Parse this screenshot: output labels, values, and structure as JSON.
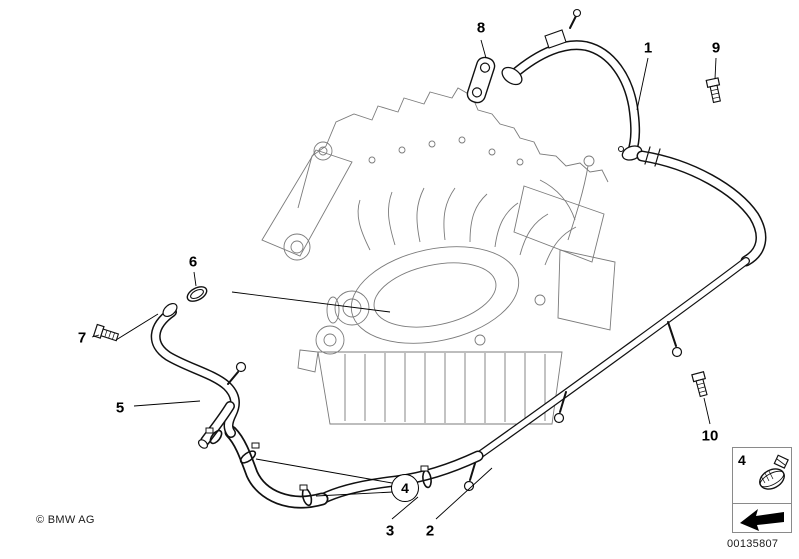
{
  "colors": {
    "background": "#ffffff",
    "outline": "#111111",
    "engine_line": "#7b7b7b"
  },
  "callouts": {
    "c1": "1",
    "c2": "2",
    "c3": "3",
    "c4": "4",
    "c5": "5",
    "c6": "6",
    "c7": "7",
    "c8": "8",
    "c9": "9",
    "c10": "10"
  },
  "legend": {
    "item_label": "4",
    "clamp_icon": "hose-clamp-icon",
    "arrow_icon": "direction-arrow-icon"
  },
  "footer": {
    "copyright": "© BMW AG",
    "part_number": "00135807"
  }
}
